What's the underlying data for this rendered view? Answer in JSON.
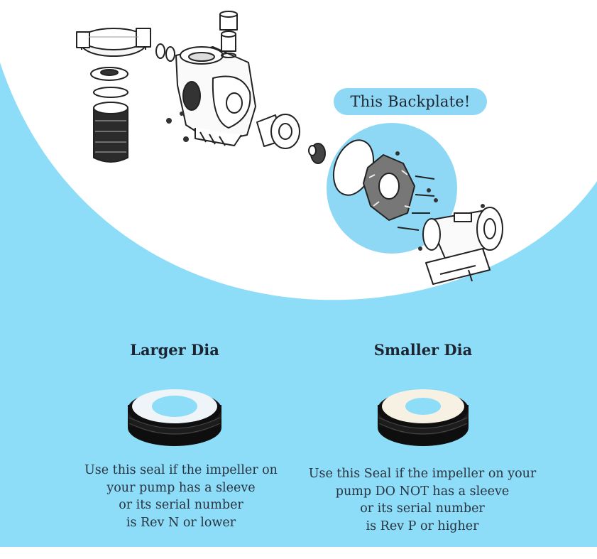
{
  "callout": {
    "label": "This Backplate!"
  },
  "seals": [
    {
      "title": "Larger Dia",
      "lines": [
        "Use this seal if the impeller on",
        "your pump has a sleeve",
        "or its serial number",
        "is Rev N or lower"
      ],
      "face_color": "#eef4f7"
    },
    {
      "title": "Smaller Dia",
      "lines": [
        "Use this Seal if the impeller on your",
        "pump DO NOT has a sleeve",
        "or its serial number",
        "is Rev P or higher"
      ],
      "face_color": "#f6f1e2"
    }
  ],
  "colors": {
    "sky": "#8ddcf8",
    "callout": "#8fd8f5",
    "text": "#2a3440"
  }
}
